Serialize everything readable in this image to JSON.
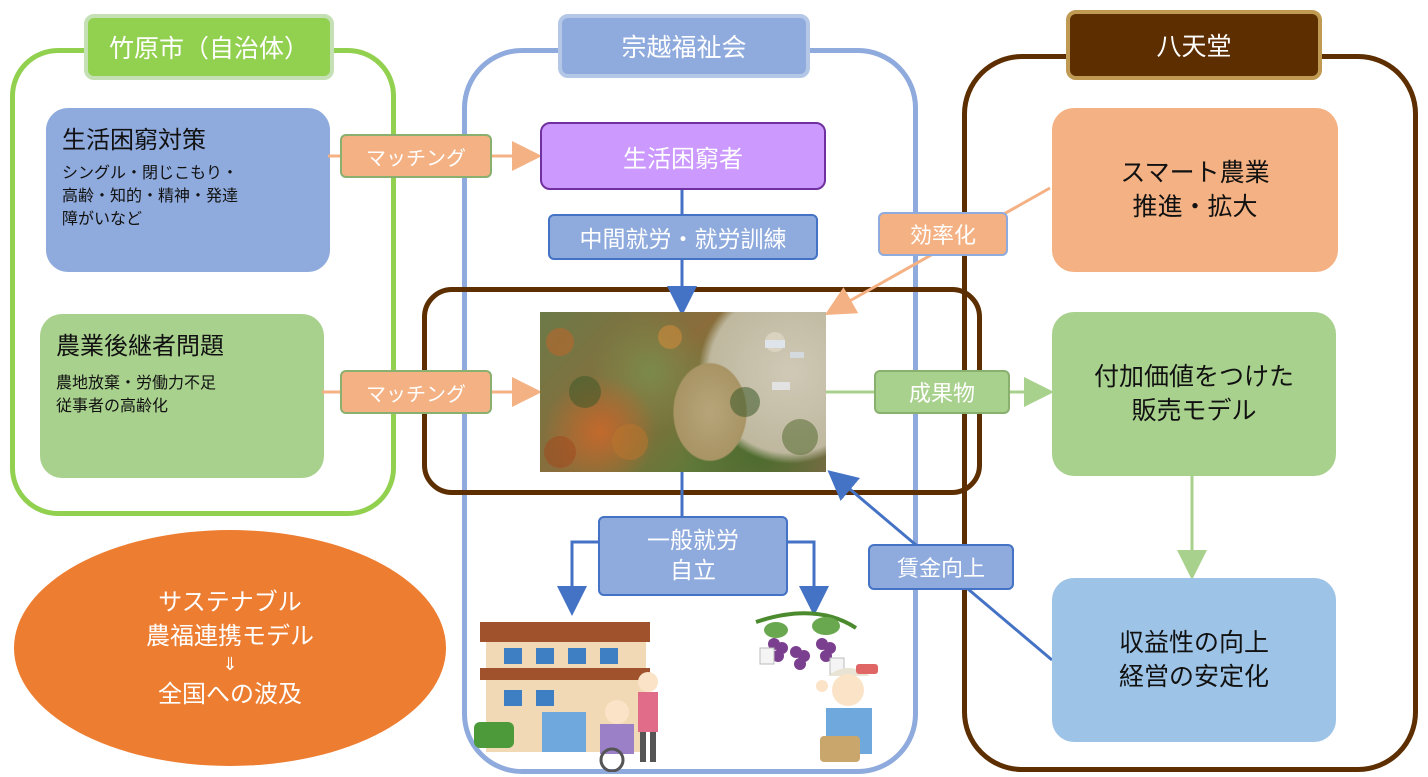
{
  "groups": {
    "city": {
      "title": "竹原市（自治体）"
    },
    "welfare": {
      "title": "宗越福祉会"
    },
    "company": {
      "title": "八天堂"
    }
  },
  "city_boxes": {
    "poverty": {
      "title": "生活困窮対策",
      "lines": [
        "シングル・閉じこもり・",
        "高齢・知的・精神・発達",
        "障がいなど"
      ]
    },
    "succession": {
      "title": "農業後継者問題",
      "lines": [
        "農地放棄・労働力不足",
        "従事者の高齢化"
      ]
    }
  },
  "welfare_boxes": {
    "needy": "生活困窮者",
    "training": "中間就労・就労訓練",
    "employment": [
      "一般就労",
      "自立"
    ]
  },
  "company_boxes": {
    "smart": [
      "スマート農業",
      "推進・拡大"
    ],
    "value": [
      "付加価値をつけた",
      "販売モデル"
    ],
    "profit": [
      "収益性の向上",
      "経営の安定化"
    ]
  },
  "connectors": {
    "matching_1": "マッチング",
    "matching_2": "マッチング",
    "efficiency": "効率化",
    "output": "成果物",
    "wage": "賃金向上"
  },
  "sustainable": [
    "サステナブル",
    "農福連携モデル",
    "⇓",
    "全国への波及"
  ],
  "images": {
    "farmland": "aerial-farmland-photo",
    "facility": "care-facility-illustration",
    "farmer": "grape-farmer-illustration"
  },
  "colors": {
    "green_frame": "#92d050",
    "blue_frame": "#8faadc",
    "brown_frame": "#5c2e00",
    "orange": "#f4b183",
    "purple": "#cc99ff",
    "blue_box": "#8faadc",
    "green_box": "#a9d18e",
    "light_blue": "#9dc3e6",
    "ellipse": "#ed7d31"
  }
}
